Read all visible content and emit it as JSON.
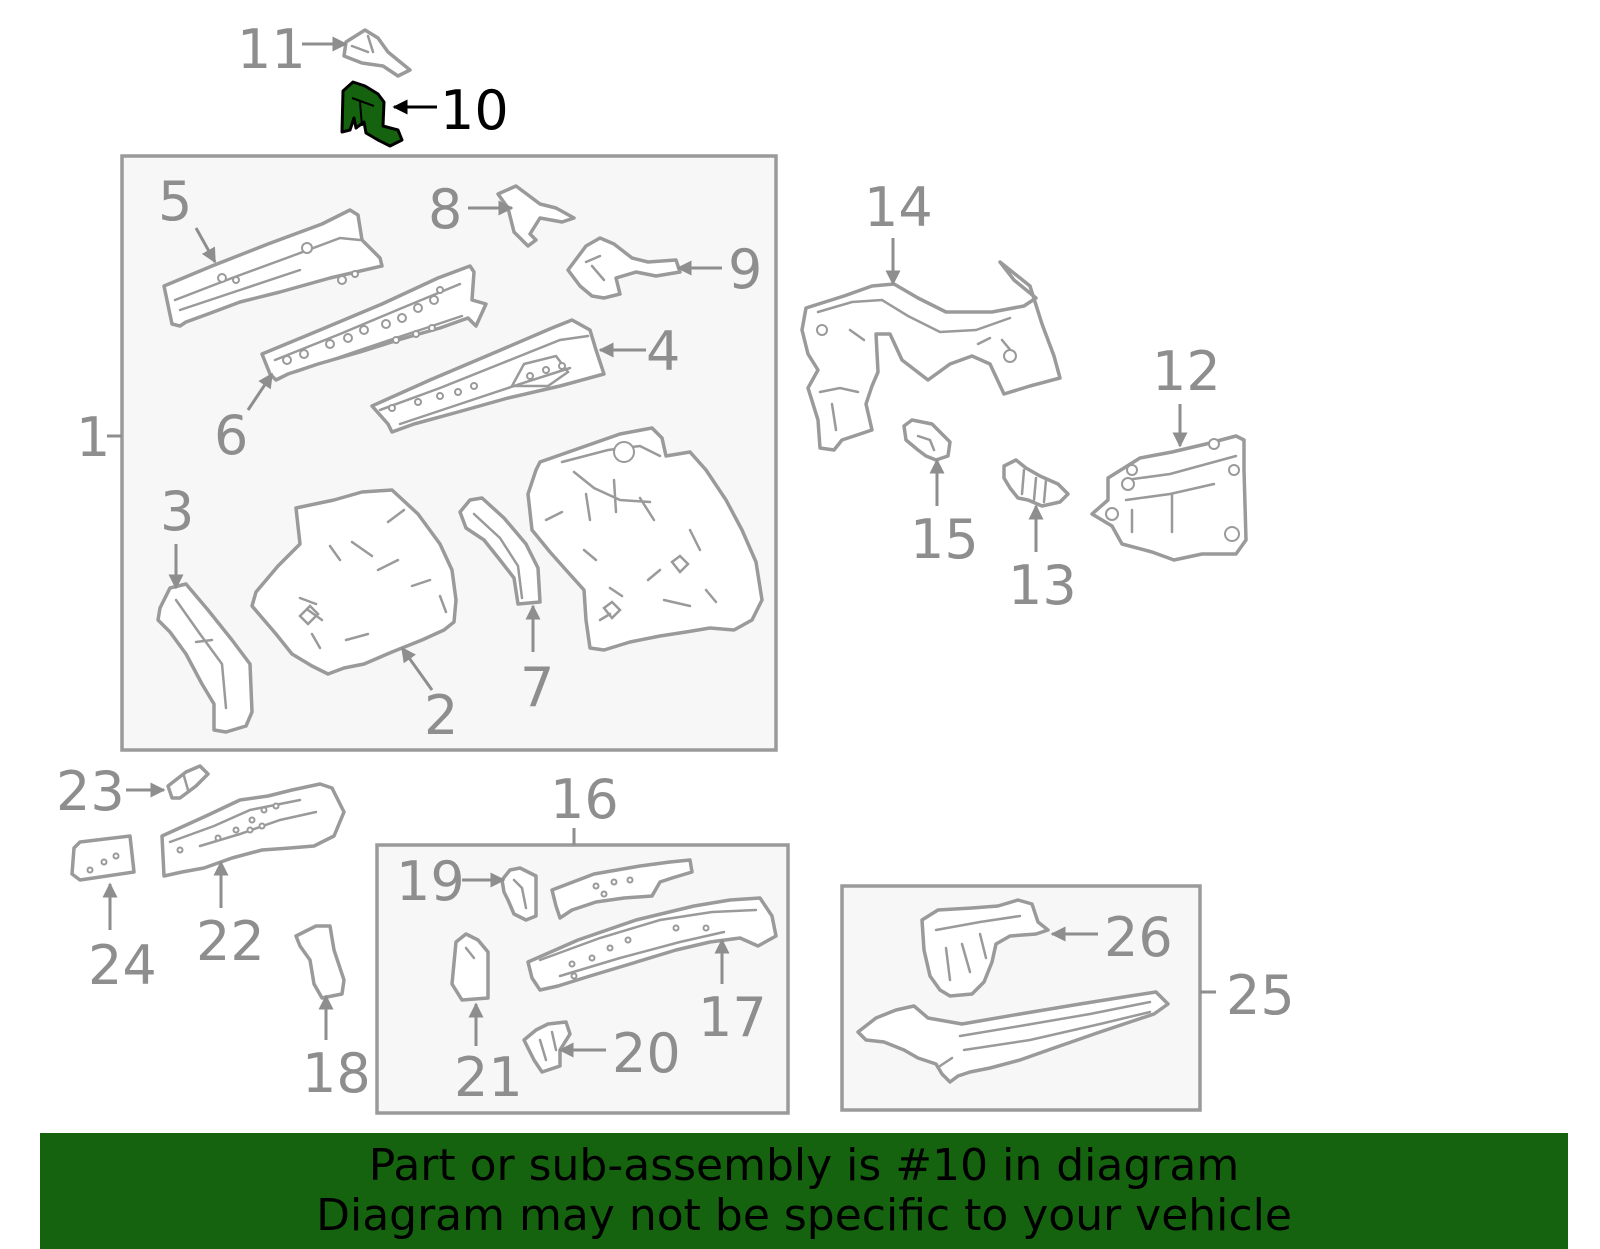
{
  "diagram": {
    "highlight_color": "#15630f",
    "highlighted_part": "10",
    "callouts": [
      "1",
      "2",
      "3",
      "4",
      "5",
      "6",
      "7",
      "8",
      "9",
      "10",
      "11",
      "12",
      "13",
      "14",
      "15",
      "16",
      "17",
      "18",
      "19",
      "20",
      "21",
      "22",
      "23",
      "24",
      "25",
      "26"
    ]
  },
  "banner": {
    "line1": "Part or sub-assembly is #10 in diagram",
    "line2": "Diagram may not be specific to your vehicle"
  }
}
